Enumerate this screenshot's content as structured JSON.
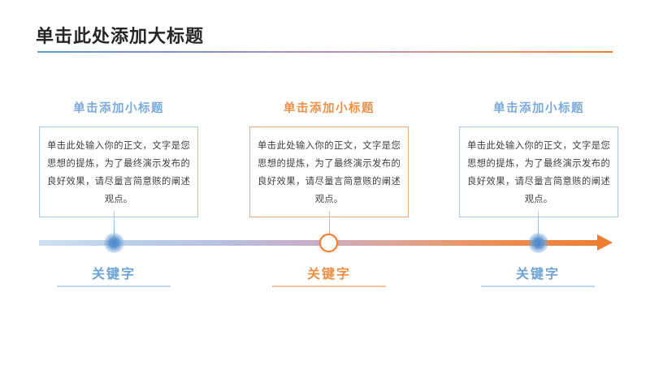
{
  "slide": {
    "title": "单击此处添加大标题",
    "accent_blue": "#5b9bd5",
    "accent_orange": "#ed7d31",
    "background": "#ffffff"
  },
  "columns": [
    {
      "subtitle": "单击添加小标题",
      "body": "单击此处输入你的正文，文字是您思想的提炼，为了最终演示发布的良好效果，请尽量言简意赅的阐述观点。",
      "accent": "#7ba9d8",
      "border": "#a8c8e4",
      "marker_type": "filled-dot",
      "keyword": "关键字",
      "keyword_color": "#6fa3d6"
    },
    {
      "subtitle": "单击添加小标题",
      "body": "单击此处输入你的正文，文字是您思想的提炼，为了最终演示发布的良好效果，请尽量言简意赅的阐述观点。",
      "accent": "#ed9045",
      "border": "#edab7b",
      "marker_type": "open-ring",
      "keyword": "关键字",
      "keyword_color": "#ed9045"
    },
    {
      "subtitle": "单击添加小标题",
      "body": "单击此处输入你的正文，文字是您思想的提炼，为了最终演示发布的良好效果，请尽量言简意赅的阐述观点。",
      "accent": "#7ba9d8",
      "border": "#a8c8e4",
      "marker_type": "filled-dot",
      "keyword": "关键字",
      "keyword_color": "#6fa3d6"
    }
  ],
  "timeline": {
    "direction": "left-to-right",
    "gradient_start": "#cfe0f0",
    "gradient_end": "#ed7d31",
    "arrow": "right-arrow"
  }
}
